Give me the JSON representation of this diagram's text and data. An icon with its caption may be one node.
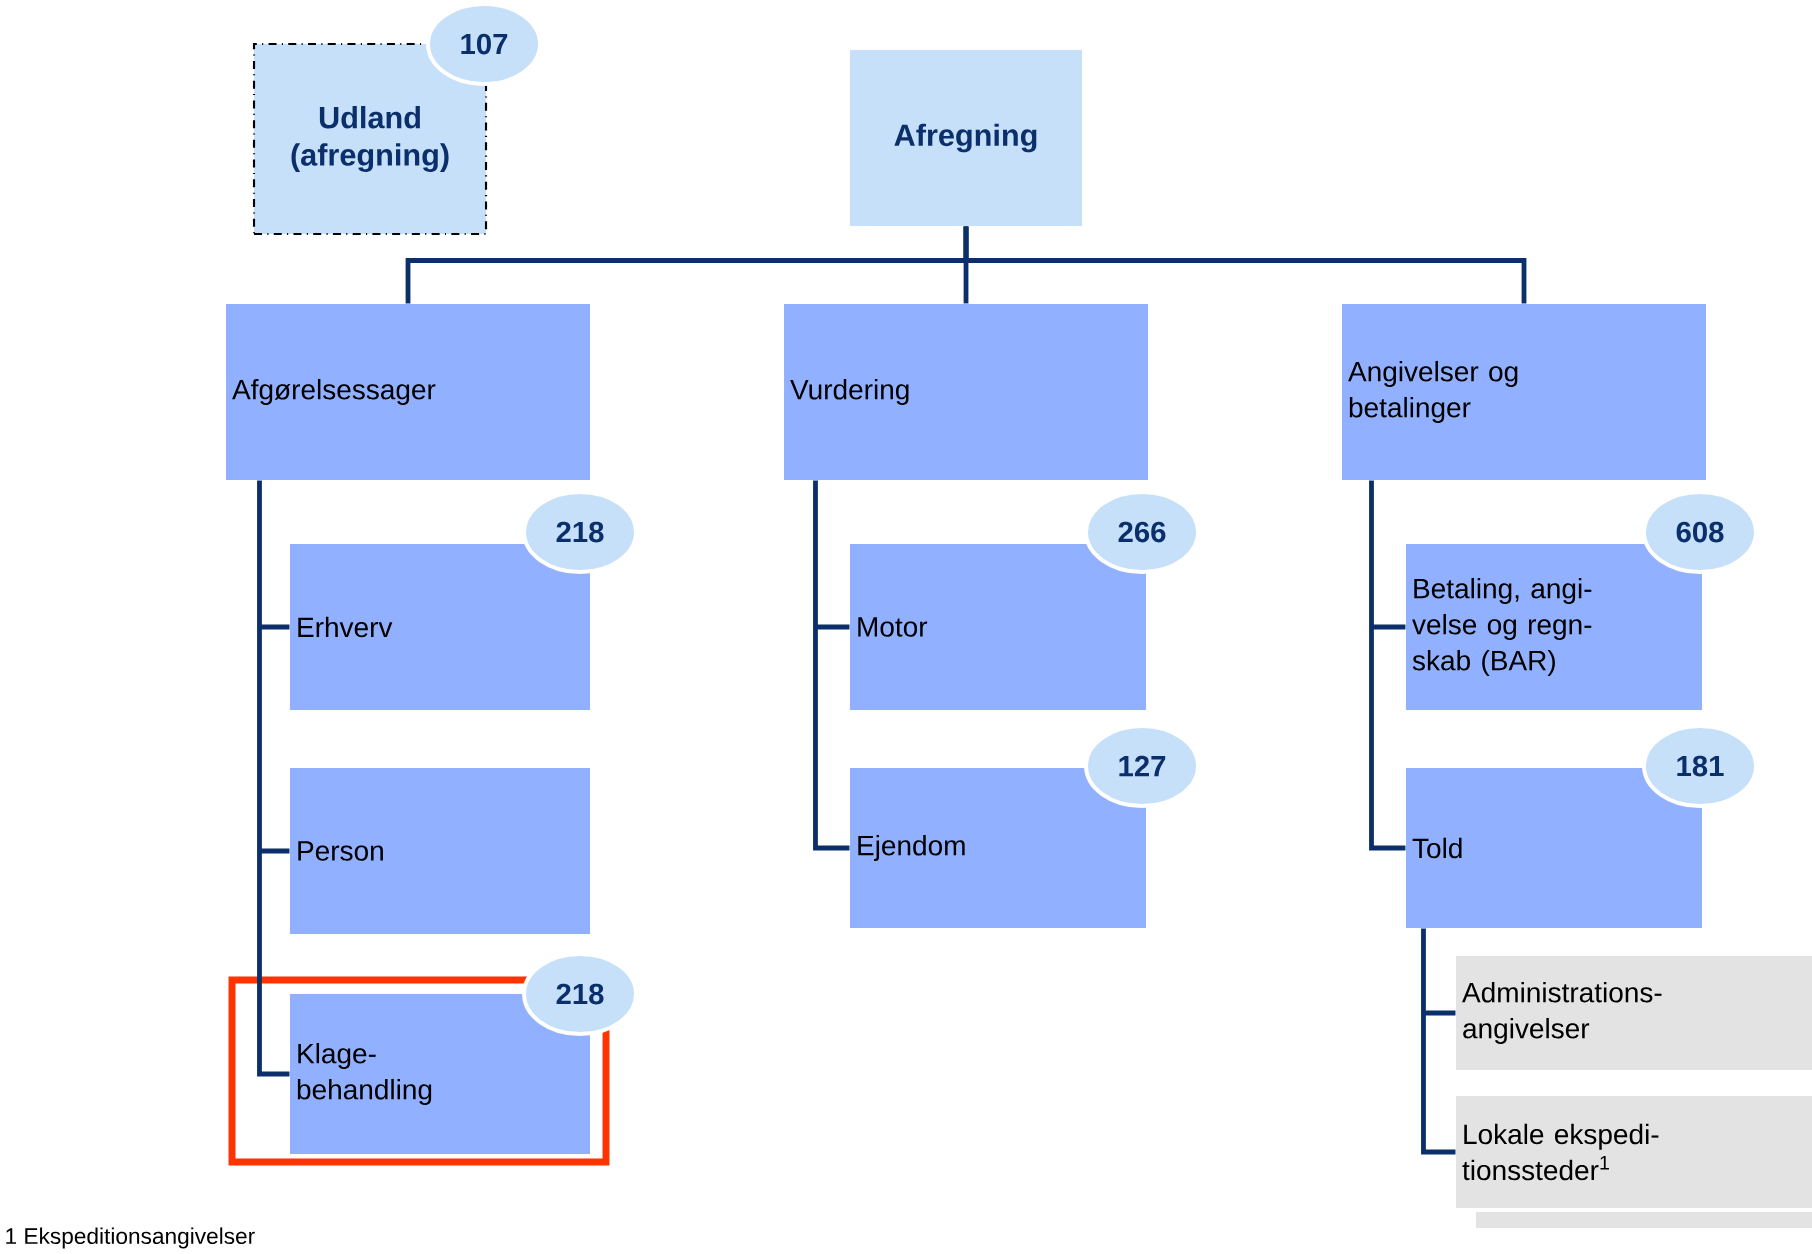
{
  "diagram": {
    "nodes": [
      {
        "text": [
          "Udland (afregning)"
        ]
      },
      {
        "text": [
          "107"
        ]
      },
      {
        "text": [
          "Afregning"
        ]
      },
      {
        "text": [
          "Afgørelsessager"
        ]
      },
      {
        "text": [
          "Vurdering"
        ]
      },
      {
        "text": [
          "Angivelser og betalinger"
        ]
      },
      {
        "text": [
          "Erhverv"
        ]
      },
      {
        "text": [
          "218"
        ]
      },
      {
        "text": [
          "Person"
        ]
      },
      {
        "text": [
          "Klage- behandling"
        ]
      },
      {
        "text": [
          "218"
        ]
      },
      {
        "text": [
          "Motor"
        ]
      },
      {
        "text": [
          "266"
        ]
      },
      {
        "text": [
          "Ejendom"
        ]
      },
      {
        "text": [
          "127"
        ]
      },
      {
        "text": [
          "Betaling, angi- velse og regn- skab (BAR)"
        ]
      },
      {
        "text": [
          "608"
        ]
      },
      {
        "text": [
          "Told"
        ]
      },
      {
        "text": [
          "181"
        ]
      },
      {
        "text": [
          "Administrations- angivelser"
        ]
      },
      {
        "text": [
          "Lokale ekspedi- tionssteder$^{1}$"
        ]
      },
      {
        "text": [],
        "shape": "box"
      }
    ],
    "edges": [
      {
        "from": 2,
        "to": 3,
        "arrow": "none"
      },
      {
        "from": 2,
        "to": 4,
        "arrow": "none"
      },
      {
        "from": 2,
        "to": 5,
        "arrow": "none"
      },
      {
        "from": 3,
        "to": 6,
        "arrow": "none"
      },
      {
        "from": 3,
        "to": 8,
        "arrow": "none"
      },
      {
        "from": 3,
        "to": 9,
        "arrow": "none"
      },
      {
        "from": 4,
        "to": 11,
        "arrow": "none"
      },
      {
        "from": 4,
        "to": 13,
        "arrow": "none"
      },
      {
        "from": 5,
        "to": 15,
        "arrow": "none"
      },
      {
        "from": 5,
        "to": 17,
        "arrow": "none"
      },
      {
        "from": 17,
        "to": 19,
        "arrow": "none"
      },
      {
        "from": 17,
        "to": 20,
        "arrow": "none"
      }
    ],
    "labels": [
      "1 Ekspeditionsangivelser"
    ]
  }
}
